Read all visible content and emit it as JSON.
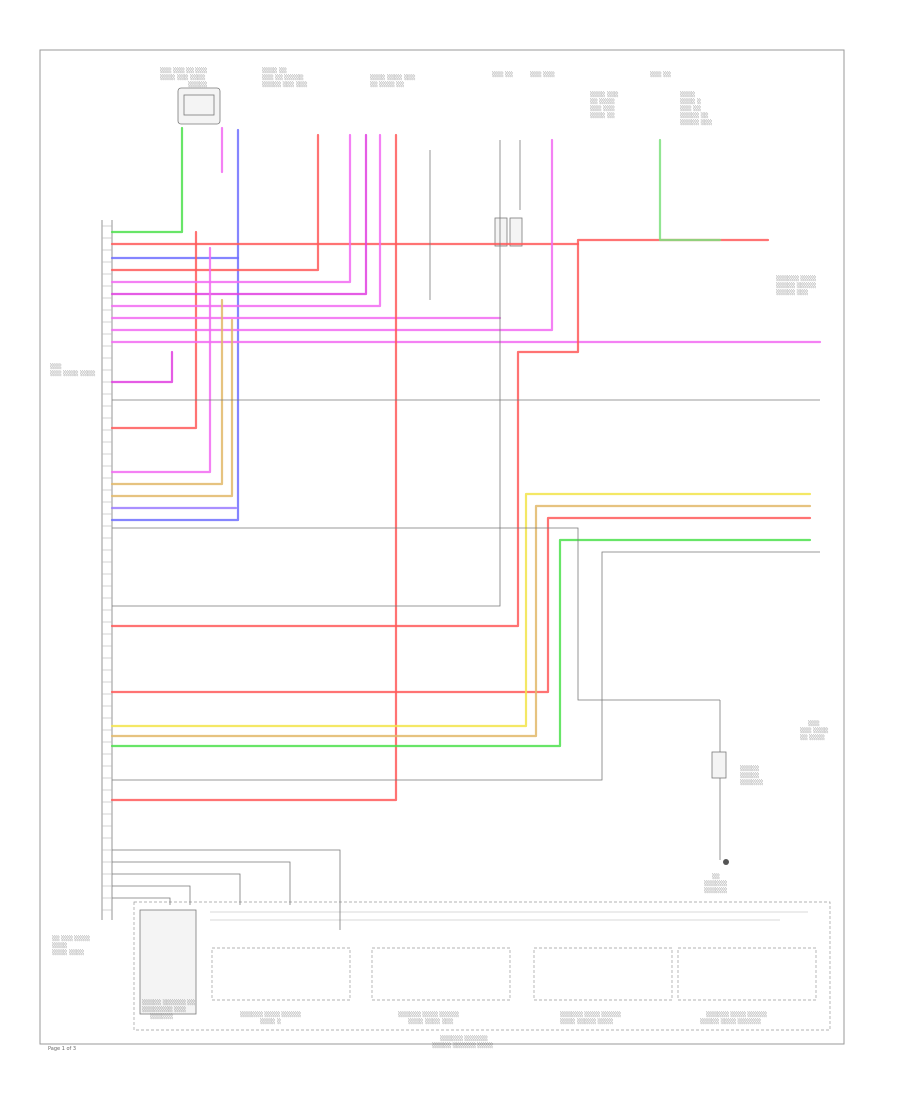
{
  "diagram": {
    "page_number": "Page 1 of 3"
  },
  "colors": {
    "red": "#ff5a5a",
    "pink": "#f26bf2",
    "magenta": "#e040e0",
    "blue": "#7070ff",
    "violet": "#9a7cff",
    "yellow": "#f2e44a",
    "tan": "#e2b86a",
    "green": "#4ee04e",
    "lightgreen": "#7fe07f",
    "gray": "#7a7a7a"
  },
  "icons": [
    "ground-symbol",
    "connector-symbol",
    "switch-symbol",
    "fuse-symbol"
  ]
}
